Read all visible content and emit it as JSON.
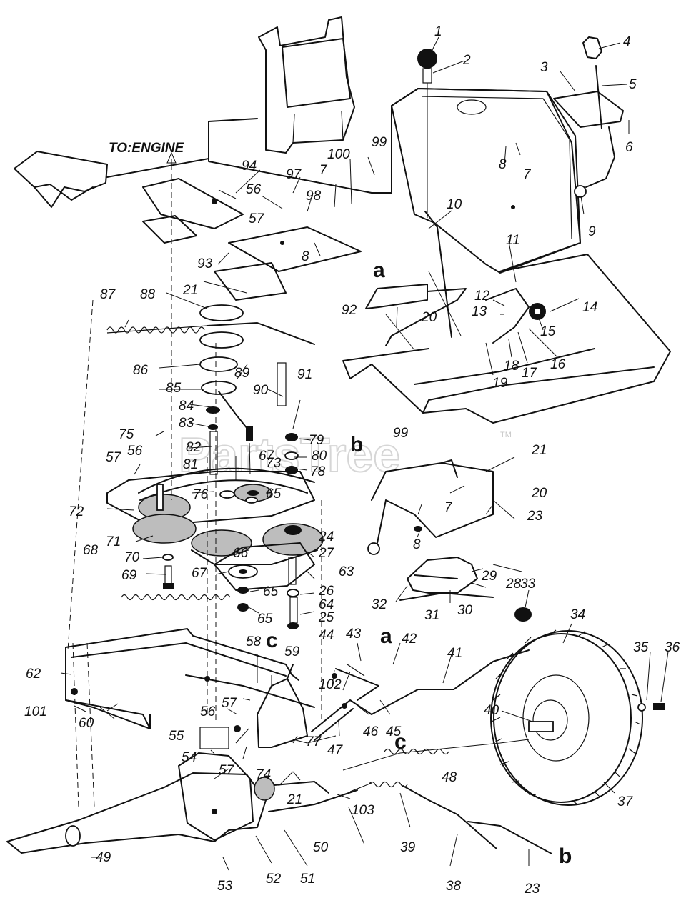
{
  "engine_label": "TO:ENGINE",
  "watermark": "PartsTree",
  "watermark_mark": "TM",
  "callouts": [
    {
      "id": "c1",
      "text": "1"
    },
    {
      "id": "c2",
      "text": "2"
    },
    {
      "id": "c3",
      "text": "3"
    },
    {
      "id": "c4",
      "text": "4"
    },
    {
      "id": "c5",
      "text": "5"
    },
    {
      "id": "c6",
      "text": "6"
    },
    {
      "id": "c7a",
      "text": "7"
    },
    {
      "id": "c7b",
      "text": "7"
    },
    {
      "id": "c7c",
      "text": "7"
    },
    {
      "id": "c8a",
      "text": "8"
    },
    {
      "id": "c8b",
      "text": "8"
    },
    {
      "id": "c8c",
      "text": "8"
    },
    {
      "id": "c9",
      "text": "9"
    },
    {
      "id": "c10",
      "text": "10"
    },
    {
      "id": "c11",
      "text": "11"
    },
    {
      "id": "c12",
      "text": "12"
    },
    {
      "id": "c13",
      "text": "13"
    },
    {
      "id": "c14",
      "text": "14"
    },
    {
      "id": "c15",
      "text": "15"
    },
    {
      "id": "c16",
      "text": "16"
    },
    {
      "id": "c17",
      "text": "17"
    },
    {
      "id": "c18",
      "text": "18"
    },
    {
      "id": "c19",
      "text": "19"
    },
    {
      "id": "c20a",
      "text": "20"
    },
    {
      "id": "c20b",
      "text": "20"
    },
    {
      "id": "c21a",
      "text": "21"
    },
    {
      "id": "c21b",
      "text": "21"
    },
    {
      "id": "c21c",
      "text": "21"
    },
    {
      "id": "c23a",
      "text": "23"
    },
    {
      "id": "c23b",
      "text": "23"
    },
    {
      "id": "c24",
      "text": "24"
    },
    {
      "id": "c25",
      "text": "25"
    },
    {
      "id": "c26",
      "text": "26"
    },
    {
      "id": "c27",
      "text": "27"
    },
    {
      "id": "c28",
      "text": "28"
    },
    {
      "id": "c29",
      "text": "29"
    },
    {
      "id": "c30",
      "text": "30"
    },
    {
      "id": "c31",
      "text": "31"
    },
    {
      "id": "c32",
      "text": "32"
    },
    {
      "id": "c33",
      "text": "33"
    },
    {
      "id": "c34",
      "text": "34"
    },
    {
      "id": "c35",
      "text": "35"
    },
    {
      "id": "c36",
      "text": "36"
    },
    {
      "id": "c37",
      "text": "37"
    },
    {
      "id": "c38",
      "text": "38"
    },
    {
      "id": "c39",
      "text": "39"
    },
    {
      "id": "c40",
      "text": "40"
    },
    {
      "id": "c41",
      "text": "41"
    },
    {
      "id": "c42",
      "text": "42"
    },
    {
      "id": "c43",
      "text": "43"
    },
    {
      "id": "c44",
      "text": "44"
    },
    {
      "id": "c45",
      "text": "45"
    },
    {
      "id": "c46",
      "text": "46"
    },
    {
      "id": "c47",
      "text": "47"
    },
    {
      "id": "c48",
      "text": "48"
    },
    {
      "id": "c49",
      "text": "49"
    },
    {
      "id": "c50",
      "text": "50"
    },
    {
      "id": "c51",
      "text": "51"
    },
    {
      "id": "c52",
      "text": "52"
    },
    {
      "id": "c53",
      "text": "53"
    },
    {
      "id": "c54",
      "text": "54"
    },
    {
      "id": "c55",
      "text": "55"
    },
    {
      "id": "c56a",
      "text": "56"
    },
    {
      "id": "c56b",
      "text": "56"
    },
    {
      "id": "c56c",
      "text": "56"
    },
    {
      "id": "c57a",
      "text": "57"
    },
    {
      "id": "c57b",
      "text": "57"
    },
    {
      "id": "c57c",
      "text": "57"
    },
    {
      "id": "c57d",
      "text": "57"
    },
    {
      "id": "c58",
      "text": "58"
    },
    {
      "id": "c59",
      "text": "59"
    },
    {
      "id": "c60",
      "text": "60"
    },
    {
      "id": "c62",
      "text": "62"
    },
    {
      "id": "c63",
      "text": "63"
    },
    {
      "id": "c64",
      "text": "64"
    },
    {
      "id": "c65a",
      "text": "65"
    },
    {
      "id": "c65b",
      "text": "65"
    },
    {
      "id": "c65c",
      "text": "65"
    },
    {
      "id": "c66",
      "text": "66"
    },
    {
      "id": "c67a",
      "text": "67"
    },
    {
      "id": "c67b",
      "text": "67"
    },
    {
      "id": "c68",
      "text": "68"
    },
    {
      "id": "c69",
      "text": "69"
    },
    {
      "id": "c70",
      "text": "70"
    },
    {
      "id": "c71",
      "text": "71"
    },
    {
      "id": "c72",
      "text": "72"
    },
    {
      "id": "c73",
      "text": "73"
    },
    {
      "id": "c74",
      "text": "74"
    },
    {
      "id": "c75",
      "text": "75"
    },
    {
      "id": "c76",
      "text": "76"
    },
    {
      "id": "c77",
      "text": "77"
    },
    {
      "id": "c78",
      "text": "78"
    },
    {
      "id": "c79",
      "text": "79"
    },
    {
      "id": "c80",
      "text": "80"
    },
    {
      "id": "c81",
      "text": "81"
    },
    {
      "id": "c82",
      "text": "82"
    },
    {
      "id": "c83",
      "text": "83"
    },
    {
      "id": "c84",
      "text": "84"
    },
    {
      "id": "c85",
      "text": "85"
    },
    {
      "id": "c86",
      "text": "86"
    },
    {
      "id": "c87",
      "text": "87"
    },
    {
      "id": "c88",
      "text": "88"
    },
    {
      "id": "c89",
      "text": "89"
    },
    {
      "id": "c90",
      "text": "90"
    },
    {
      "id": "c91",
      "text": "91"
    },
    {
      "id": "c92",
      "text": "92"
    },
    {
      "id": "c93",
      "text": "93"
    },
    {
      "id": "c94",
      "text": "94"
    },
    {
      "id": "c97",
      "text": "97"
    },
    {
      "id": "c98",
      "text": "98"
    },
    {
      "id": "c99a",
      "text": "99"
    },
    {
      "id": "c99b",
      "text": "99"
    },
    {
      "id": "c100",
      "text": "100"
    },
    {
      "id": "c101",
      "text": "101"
    },
    {
      "id": "c102",
      "text": "102"
    },
    {
      "id": "c103",
      "text": "103"
    }
  ],
  "letter_refs": [
    {
      "id": "la1",
      "text": "a"
    },
    {
      "id": "la2",
      "text": "a"
    },
    {
      "id": "lb1",
      "text": "b"
    },
    {
      "id": "lb2",
      "text": "b"
    },
    {
      "id": "lc1",
      "text": "c"
    },
    {
      "id": "lc2",
      "text": "c"
    }
  ]
}
